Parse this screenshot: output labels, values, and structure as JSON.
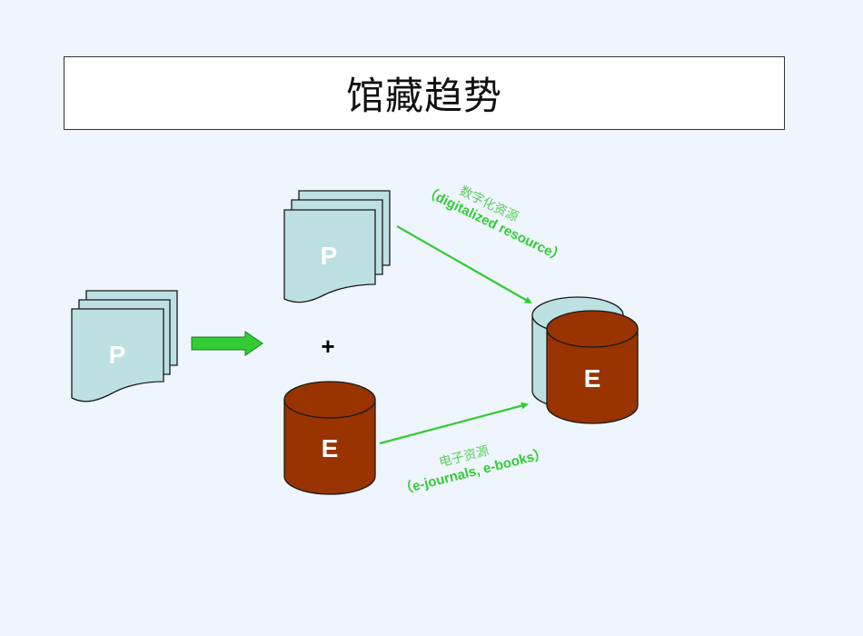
{
  "title": "馆藏趋势",
  "colors": {
    "background": "#eef5fd",
    "paper_fill": "#bde0e2",
    "cylinder_fill": "#993300",
    "arrow_green": "#33cc33",
    "outline": "#1a1a1a"
  },
  "nodes": {
    "source_print": {
      "letter": "P",
      "shape": "stacked-documents"
    },
    "print_resources": {
      "letter": "P",
      "shape": "stacked-documents"
    },
    "plus": {
      "symbol": "+"
    },
    "electronic_resources": {
      "letter": "E",
      "shape": "cylinder"
    },
    "combined_collection": {
      "letter": "E",
      "shape": "dual-cylinder"
    }
  },
  "labels": {
    "digitalized_cn": "数字化资源",
    "digitalized_en": "（digitalized resource）",
    "electronic_cn": "电子资源",
    "electronic_en": "（e-journals, e-books）"
  },
  "icons": {
    "block_arrow": "right-block-arrow-icon",
    "line_arrow": "line-arrow-icon"
  }
}
